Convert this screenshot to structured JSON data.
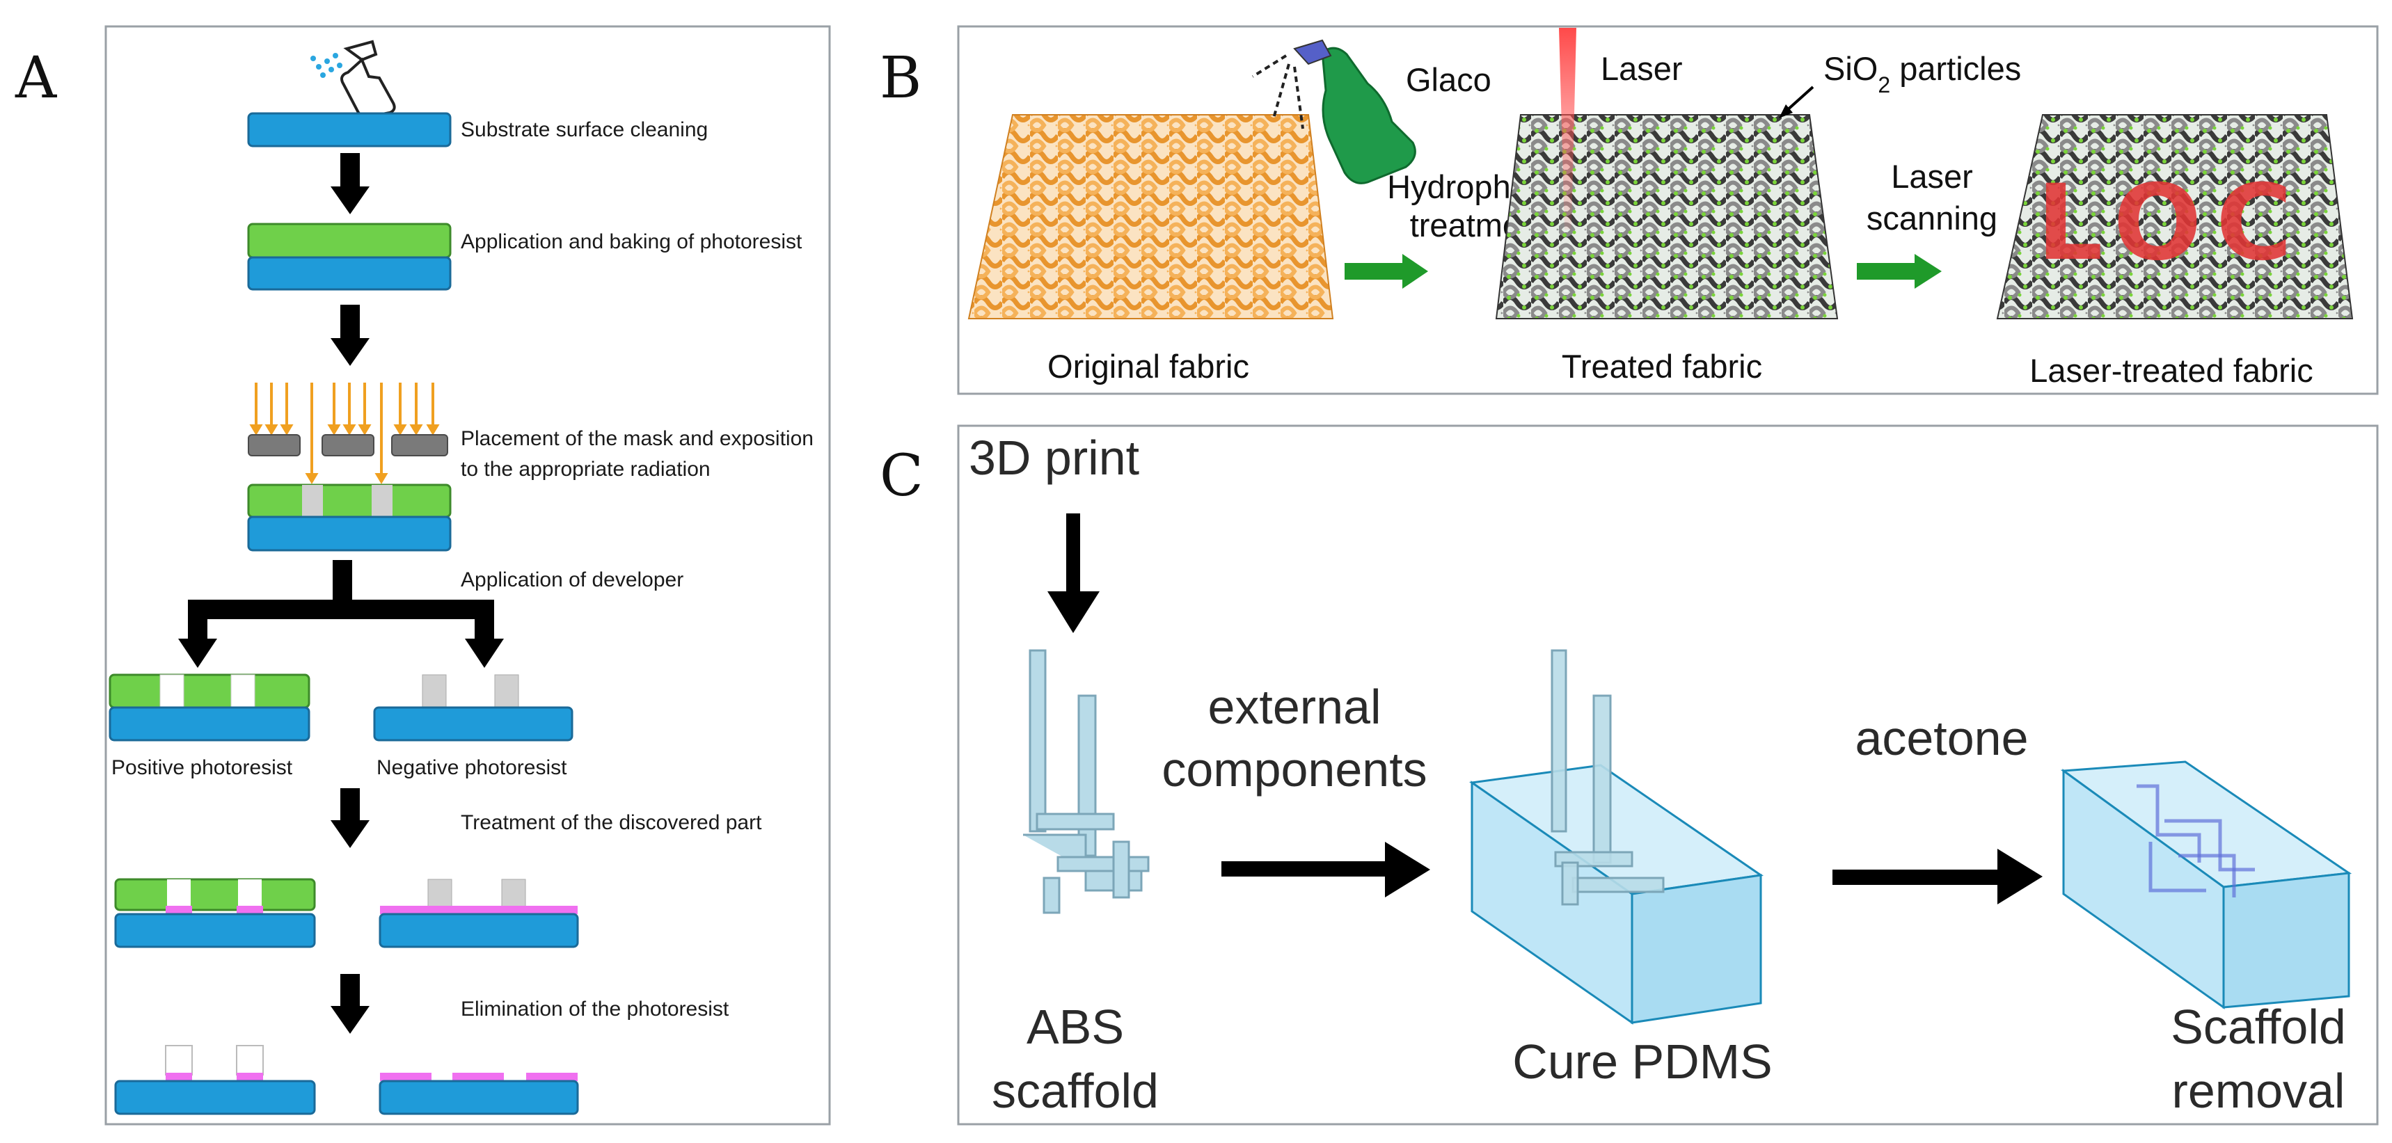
{
  "panel_a": {
    "letter": "A",
    "steps": {
      "cleaning": "Substrate surface cleaning",
      "photoresist": "Application and baking of photoresist",
      "mask_line1": "Placement of the mask and exposition",
      "mask_line2": "to the appropriate radiation",
      "developer": "Application of developer",
      "positive": "Positive photoresist",
      "negative": "Negative photoresist",
      "treatment": "Treatment of the discovered part",
      "elimination": "Elimination of the photoresist"
    }
  },
  "panel_b": {
    "letter": "B",
    "glaco": "Glaco",
    "laser": "Laser",
    "particles": "SiO",
    "particles_sub": "2",
    "particles_rest": " particles",
    "hydrophobic_line1": "Hydrophobic",
    "hydrophobic_line2": "treatment",
    "laser_scan_line1": "Laser",
    "laser_scan_line2": "scanning",
    "original": "Original fabric",
    "treated": "Treated fabric",
    "laser_treated": "Laser-treated fabric",
    "pattern": "LOC"
  },
  "panel_c": {
    "letter": "C",
    "print": "3D print",
    "external_line1": "external",
    "external_line2": "components",
    "acetone": "acetone",
    "abs_line1": "ABS",
    "abs_line2": "scaffold",
    "cure": "Cure PDMS",
    "scaffold_line1": "Scaffold",
    "scaffold_line2": "removal"
  },
  "colors": {
    "substrate": "#1f9bd9",
    "photoresist": "#6fd04a",
    "mask": "#7a7a7a",
    "exposed": "#d0d0d0",
    "etched": "#f070f0",
    "radiation": "#f0a020",
    "green_arrow": "#1f9a2a",
    "fabric": "#f0a040",
    "pdms": "#bfe6f7"
  },
  "icons": [
    "spray-bottle-icon",
    "spray-can-icon",
    "laser-beam-icon"
  ]
}
